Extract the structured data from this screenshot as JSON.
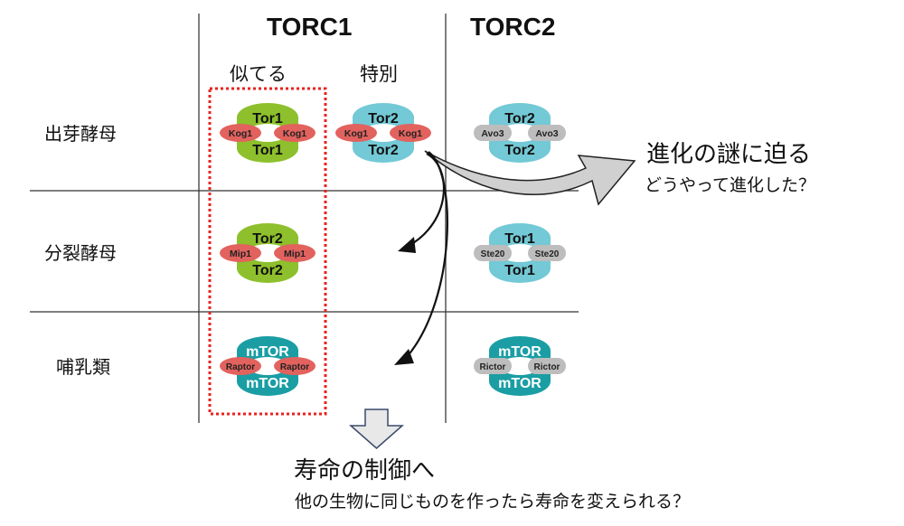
{
  "columns": {
    "torc1": "TORC1",
    "torc2": "TORC2",
    "torc1_similar": "似てる",
    "torc1_special": "特別"
  },
  "rows": [
    {
      "label": "出芽酵母",
      "torc1_similar": {
        "core": "Tor1",
        "partner": "Kog1",
        "core_color": "#8dc02c",
        "partner_color": "#e2625e"
      },
      "torc1_special": {
        "core": "Tor2",
        "partner": "Kog1",
        "core_color": "#73c9d6",
        "partner_color": "#e2625e"
      },
      "torc2": {
        "core": "Tor2",
        "partner": "Avo3",
        "core_color": "#73c9d6",
        "partner_color": "#bdbdbd"
      }
    },
    {
      "label": "分裂酵母",
      "torc1_similar": {
        "core": "Tor2",
        "partner": "Mip1",
        "core_color": "#8dc02c",
        "partner_color": "#e2625e"
      },
      "torc2": {
        "core": "Tor1",
        "partner": "Ste20",
        "core_color": "#73c9d6",
        "partner_color": "#bdbdbd"
      }
    },
    {
      "label": "哺乳類",
      "torc1_similar": {
        "core": "mTOR",
        "partner": "Raptor",
        "core_color": "#1a9ea4",
        "partner_color": "#e2625e"
      },
      "torc2": {
        "core": "mTOR",
        "partner": "Rictor",
        "core_color": "#1a9ea4",
        "partner_color": "#bdbdbd"
      }
    }
  ],
  "callouts": {
    "evolution_title": "進化の謎に迫る",
    "evolution_sub": "どうやって進化した？",
    "lifespan_title": "寿命の制御へ",
    "lifespan_sub": "他の生物に同じものを作ったら寿命を変えられる？"
  },
  "colors": {
    "highlight_box": "#e8231f",
    "big_arrow_fill": "#d0d0d0",
    "down_arrow_fill": "#e8e8e8",
    "down_arrow_stroke": "#3a4a6a"
  }
}
